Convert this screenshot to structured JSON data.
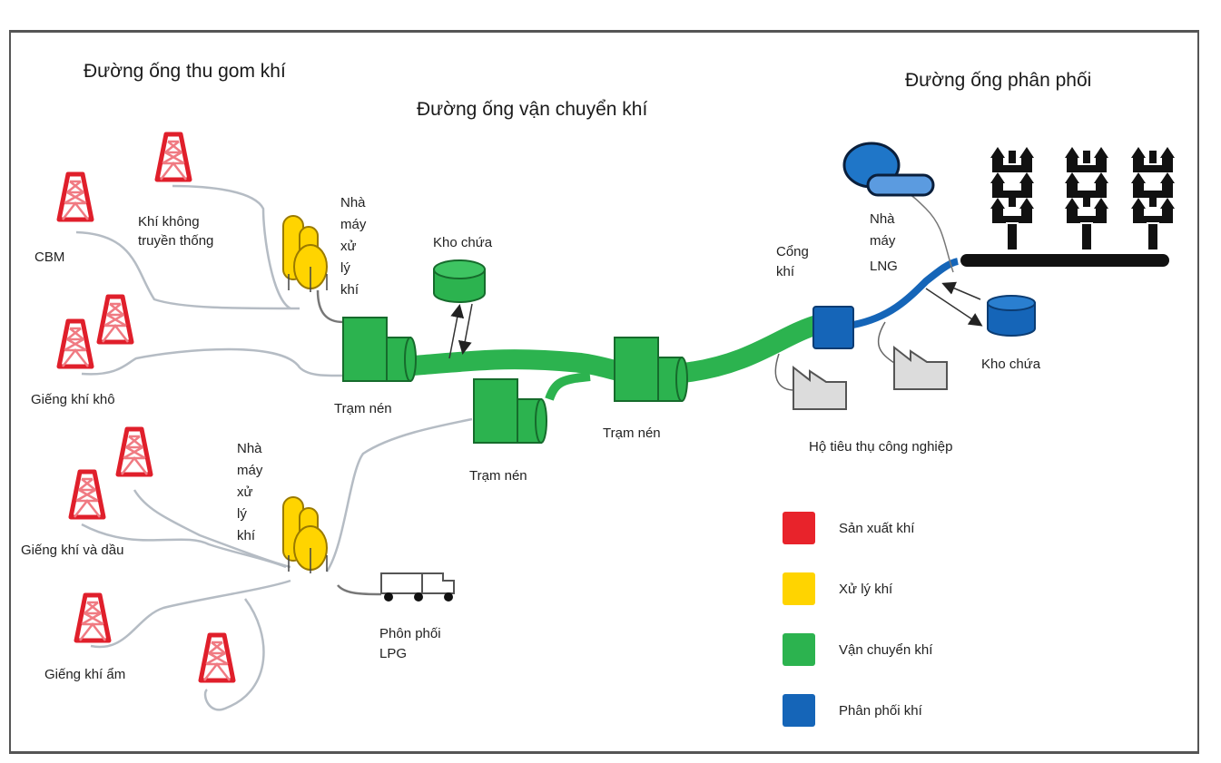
{
  "titles": {
    "gathering": "Đường ống thu gom khí",
    "transmission": "Đường ống vận chuyển khí",
    "distribution": "Đường ống phân phối"
  },
  "labels": {
    "cbm": "CBM",
    "unconventional": [
      "Khí không",
      "truyền thống"
    ],
    "processing_plant_top": [
      "Nhà",
      "máy",
      "xử",
      "lý",
      "khí"
    ],
    "processing_plant_bottom": [
      "Nhà",
      "máy",
      "xử",
      "lý",
      "khí"
    ],
    "dry_gas_well": "Giếng khí khô",
    "gas_oil_well": "Giếng khí và dầu",
    "wet_gas_well": "Giếng khí ẩm",
    "storage_green": "Kho chứa",
    "compressor_1": "Trạm nén",
    "compressor_2": "Trạm nén",
    "compressor_3": "Trạm nén",
    "lpg": [
      "Phôn phối",
      "LPG"
    ],
    "gate_station": [
      "Cổng",
      "khí"
    ],
    "lng_plant": [
      "Nhà",
      "máy",
      "LNG"
    ],
    "storage_blue": "Kho chứa",
    "industrial": "Hộ tiêu thụ công nghiệp"
  },
  "legend": [
    {
      "label": "Sản xuất khí",
      "color": "#e8232b"
    },
    {
      "label": "Xử lý khí",
      "color": "#ffd400"
    },
    {
      "label": "Vận chuyển khí",
      "color": "#2cb34f"
    },
    {
      "label": "Phân phối khí",
      "color": "#1565b8"
    }
  ],
  "colors": {
    "production": "#e8232b",
    "processing": "#ffd400",
    "transmission": "#2cb34f",
    "distribution": "#1565b8",
    "gathering_line": "#b5bcc4",
    "consumer_fill": "#dcdcdc",
    "residential": "#111111"
  }
}
